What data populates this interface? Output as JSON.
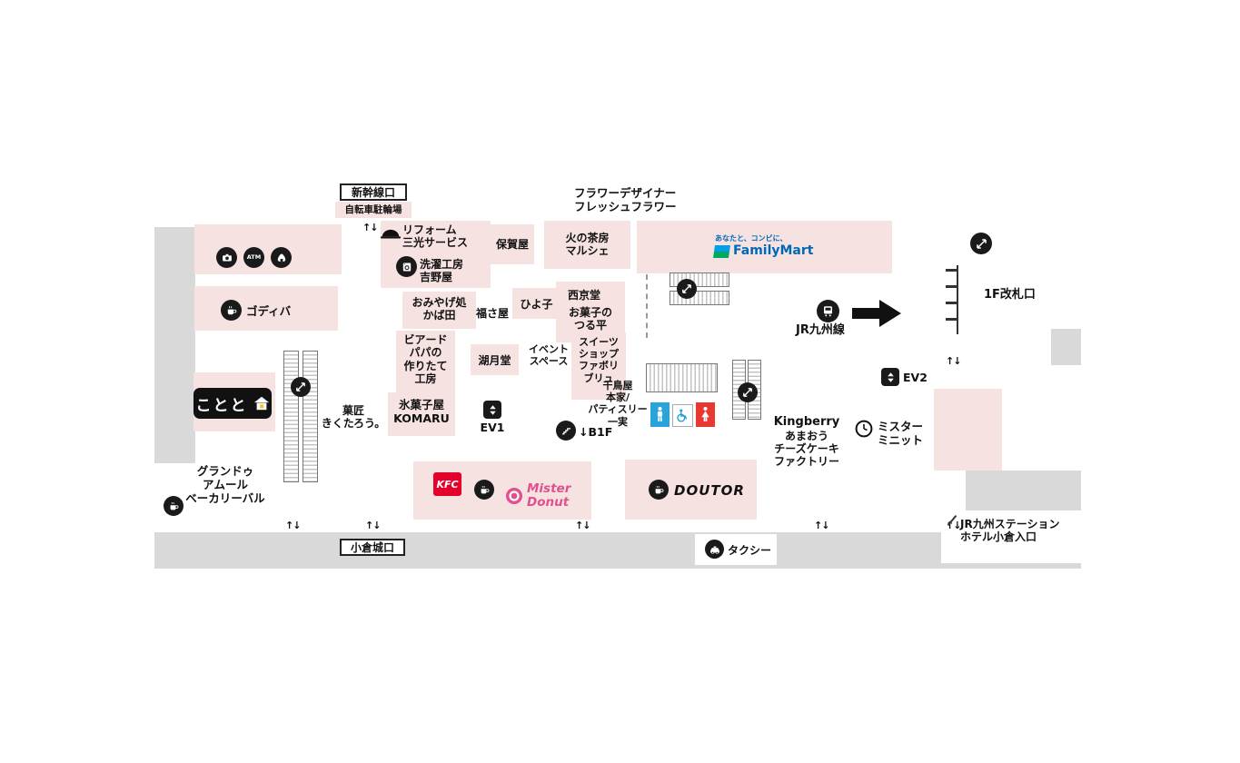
{
  "colors": {
    "shop_pink": "#f7e2e2",
    "outside_gray": "#d9d9d9",
    "icon_black": "#1a1a1a",
    "familymart_blue": "#0068b7",
    "familymart_flag_blue": "#009fe8",
    "familymart_flag_green": "#00a95f",
    "kfc_red": "#e4002b",
    "mister_donut_pink": "#e0508f",
    "male_blue": "#29a3dc",
    "female_red": "#e8382f",
    "kototo_yellow": "#f2c21c"
  },
  "labels": {
    "shinkansen_exit": "新幹線口",
    "bicycle_parking": "自転車駐輪場",
    "flower": [
      "フラワーデザイナー",
      "フレッシュフラワー"
    ],
    "reform": [
      "リフォーム",
      "三光サービス"
    ],
    "laundry": [
      "洗濯工房",
      "吉野屋"
    ],
    "hogaya": "保賀屋",
    "hinochabo": [
      "火の茶房",
      "マルシェ"
    ],
    "familymart_tagline": "あなたと、コンビに、",
    "familymart": "FamilyMart",
    "ticket_gate_1f": "1F改札口",
    "godiva": "ゴディバ",
    "kabata": [
      "おみやげ処",
      "かば田"
    ],
    "fukusaya": "福さ屋",
    "hiyoko": "ひよ子",
    "saikyodo": "西京堂",
    "tsurudaira": [
      "お菓子の",
      "つる平"
    ],
    "jr_kyushu": "JR九州線",
    "beard_papa": [
      "ビアード",
      "パパの",
      "作りたて",
      "工房"
    ],
    "kogetsudo": "湖月堂",
    "event_space": [
      "イベント",
      "スペース"
    ],
    "sweets_favori": [
      "スイーツ",
      "ショップ",
      "ファボリ",
      "ブリュ"
    ],
    "ev2": "EV2",
    "ev1": "EV1",
    "b1f": "↓B1F",
    "kototo": "ことと",
    "kikutaro": [
      "菓匠",
      "きくたろう。"
    ],
    "komaru": [
      "氷菓子屋",
      "KOMARU"
    ],
    "chidoriya": [
      "千鳥屋",
      "本家/",
      "パティスリー",
      "一実"
    ],
    "kingberry": [
      "Kingberry",
      "あまおう",
      "チーズケーキ",
      "ファクトリー"
    ],
    "mister_minit": [
      "ミスター",
      "ミニット"
    ],
    "grand_amour": [
      "グランドゥ",
      "アムール",
      "ベーカリーバル"
    ],
    "kfc": "KFC",
    "mister_donut": [
      "Mister",
      "Donut"
    ],
    "doutor": "DOUTOR",
    "kokura_castle_exit": "小倉城口",
    "taxi": "タクシー",
    "station_hotel": [
      "JR九州ステーション",
      "ホテル小倉入口"
    ],
    "atm": "ATM",
    "updown_arrow": "↑↓"
  },
  "icons": {
    "camera": "photo-booth camera",
    "atm": "ATM machine",
    "onigiri": "rice-ball / food kiosk",
    "coffee": "coffee cup (cafe)",
    "reform_cap": "cap (clothing repair)",
    "laundry": "washing machine",
    "escalator": "escalator",
    "elevator": "elevator up/down",
    "stairs": "stairs to B1F",
    "train": "JR train line",
    "direction_arrow": "big right arrow to platforms",
    "male_restroom": "male figure",
    "wheelchair": "accessible restroom",
    "female_restroom": "female figure",
    "clock": "clock (Mister Minit)",
    "taxi": "taxi car",
    "familymart_flag": "FamilyMart two-stripe flag",
    "misterdonut_mark": "donut mark",
    "kototo_house": "house with yellow window",
    "entrance": "up-down entrance arrows"
  }
}
